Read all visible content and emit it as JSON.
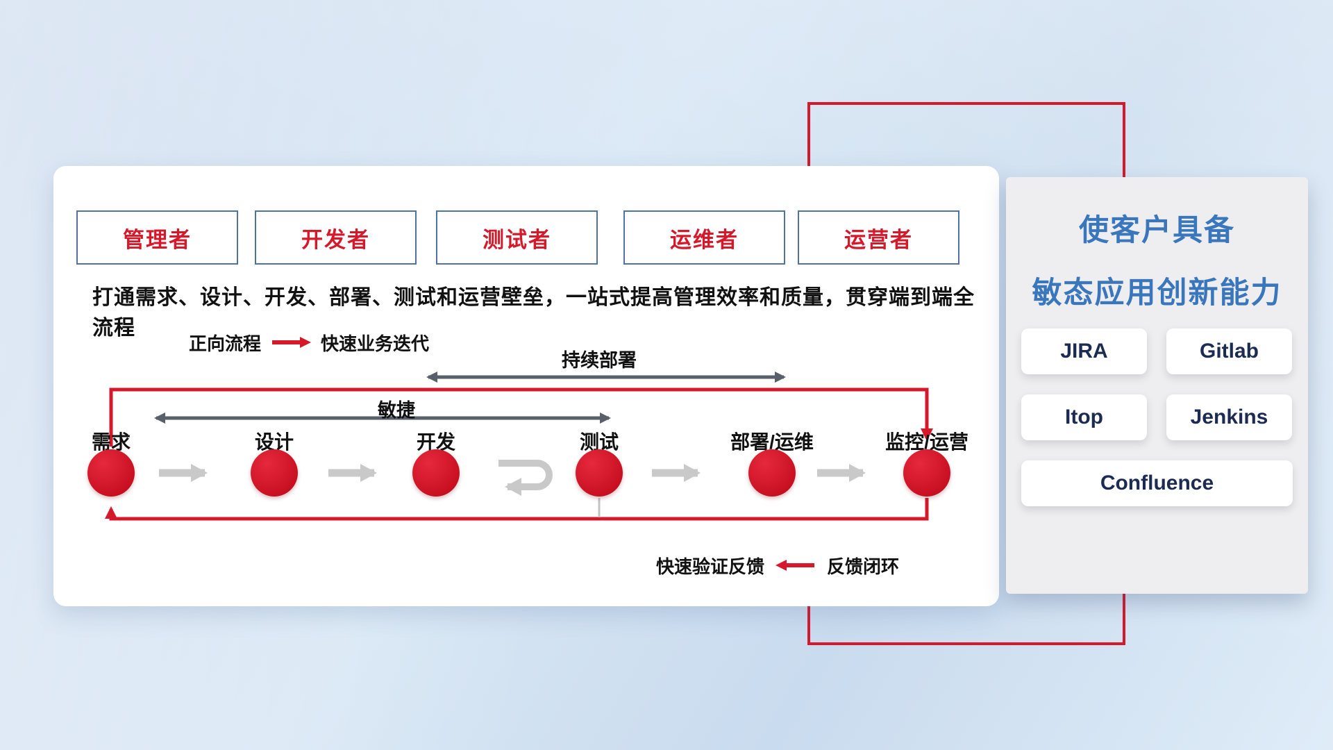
{
  "colors": {
    "accent_red": "#d6182b",
    "title_blue": "#3a76bb",
    "dark_arrow_gray": "#5a6069",
    "light_arrow_gray": "#c9c9ca",
    "role_border_blue": "#51719f"
  },
  "roles": [
    "管理者",
    "开发者",
    "测试者",
    "运维者",
    "运营者"
  ],
  "description": "打通需求、设计、开发、部署、测试和运营壁垒，一站式提高管理效率和质量，贯穿端到端全流程",
  "legend_forward": {
    "label": "正向流程",
    "value": "快速业务迭代"
  },
  "flow_labels": {
    "continuous_deploy": "持续部署",
    "agile": "敏捷"
  },
  "nodes": [
    "需求",
    "设计",
    "开发",
    "测试",
    "部署/运维",
    "监控/运营"
  ],
  "legend_feedback": {
    "label": "快速验证反馈",
    "value": "反馈闭环"
  },
  "panel": {
    "title_line1": "使客户具备",
    "title_line2": "敏态应用创新能力",
    "tools": [
      "JIRA",
      "Gitlab",
      "Itop",
      "Jenkins",
      "Confluence"
    ]
  }
}
